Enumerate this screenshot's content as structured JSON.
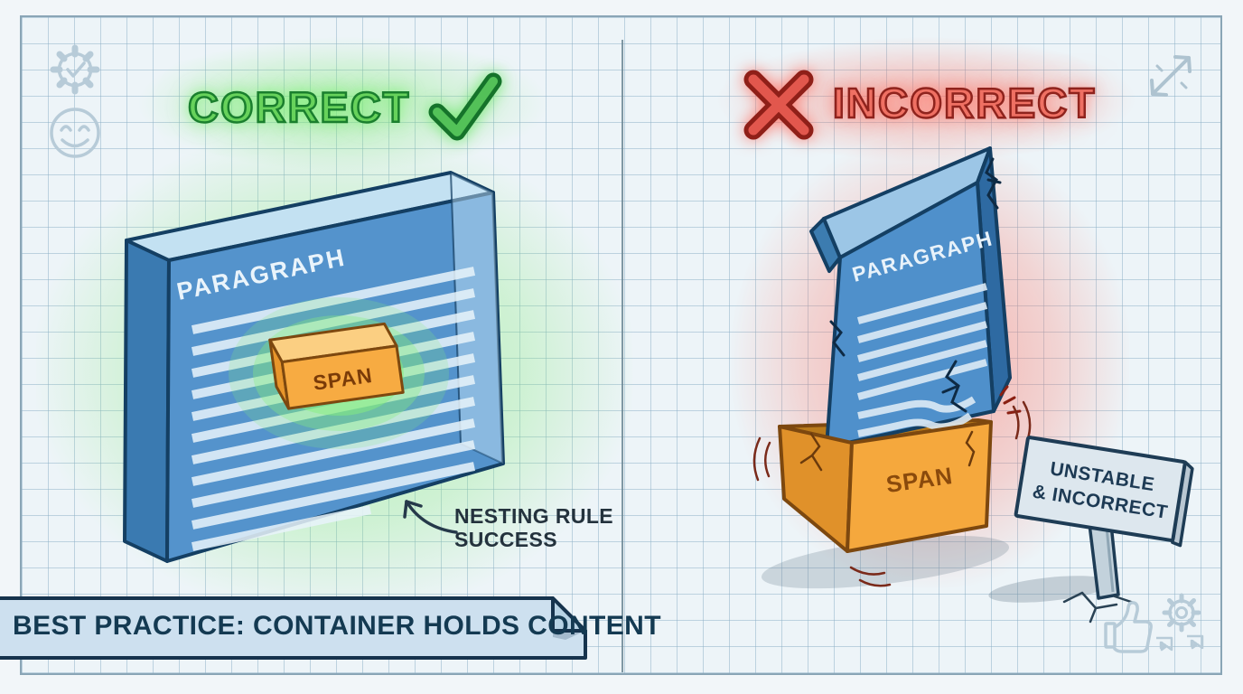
{
  "headings": {
    "correct": "CORRECT",
    "incorrect": "INCORRECT"
  },
  "left_panel": {
    "container_label": "PARAGRAPH",
    "content_label": "SPAN",
    "annotation_line1": "NESTING RULE",
    "annotation_line2": "SUCCESS"
  },
  "right_panel": {
    "container_label": "PARAGRAPH",
    "content_label": "SPAN",
    "sign_line1": "UNSTABLE",
    "sign_line2": "& INCORRECT"
  },
  "banner": {
    "label": "BEST PRACTICE: CONTAINER HOLDS CONTENT"
  },
  "icons": {
    "top_left": [
      "badge-check",
      "smiley"
    ],
    "top_right": [
      "resize-arrows"
    ],
    "bottom_right": [
      "thumbs-up",
      "gear-ribbon"
    ]
  },
  "colors": {
    "correct_green": "#67d25b",
    "incorrect_red": "#ef7063",
    "container_blue": "#5493cc",
    "span_orange": "#f7ab42",
    "banner_bg": "#cde0ef",
    "ink": "#16334d"
  }
}
